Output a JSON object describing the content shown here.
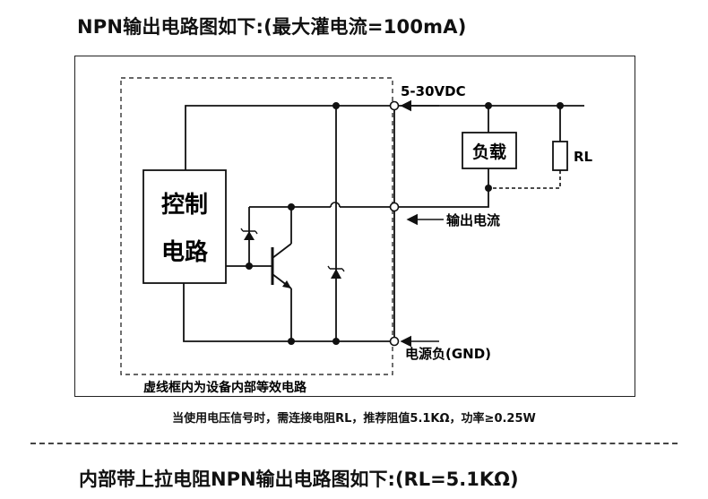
{
  "header": {
    "title": "NPN输出电路图如下:(最大灌电流=100mA)"
  },
  "circuit": {
    "control_line1": "控制",
    "control_line2": "电路",
    "supply_label": "5-30VDC",
    "load_label": "负载",
    "resistor_label": "RL",
    "output_label": "输出电流",
    "ground_label": "电源负(GND)",
    "dashed_box_caption": "虚线框内为设备内部等效电路"
  },
  "note": {
    "text": "当使用电压信号时，需连接电阻RL，推荐阻值5.1KΩ，功率≥0.25W"
  },
  "footer": {
    "title": "内部带上拉电阻NPN输出电路图如下:(RL=5.1KΩ)"
  }
}
